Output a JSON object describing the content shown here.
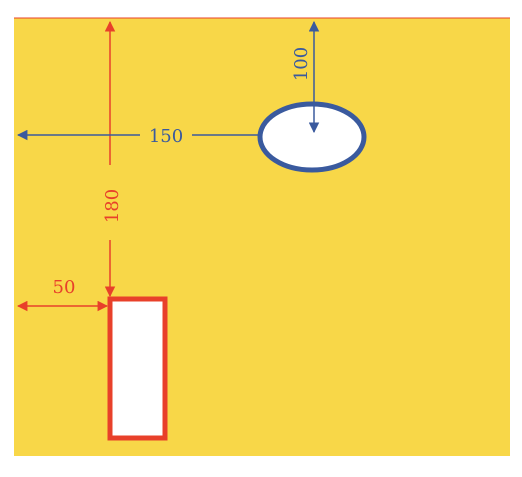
{
  "diagram": {
    "colors": {
      "background": "#F8D748",
      "red": "#E8402A",
      "blue": "#3A5A9E",
      "shape_fill": "#FFFFFF"
    },
    "labels": {
      "ellipse_horizontal": "150",
      "ellipse_vertical": "100",
      "rect_vertical": "180",
      "rect_horizontal": "50"
    }
  }
}
